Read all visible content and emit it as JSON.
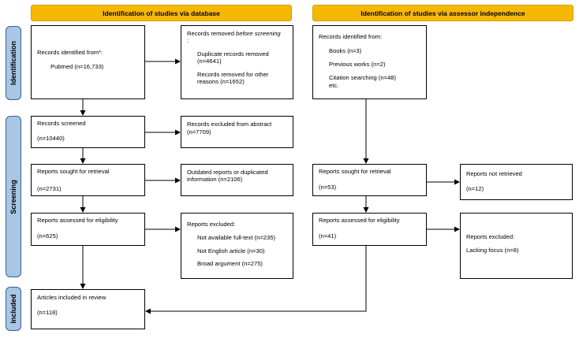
{
  "headers": {
    "database": "Identification of studies via database",
    "assessor": "Identification of studies via assessor independence"
  },
  "phases": {
    "identification": "Identification",
    "screening": "Screening",
    "included": "Included"
  },
  "database": {
    "identified": {
      "title": "Records identified from*:",
      "source": "Pubmed (n=16,733)"
    },
    "removed": {
      "title_plain": "Records removed ",
      "title_italic": "before screening",
      "title_end": ":",
      "line1": "Duplicate records removed (n=4641)",
      "line2": "Records removed for other reasons (n=1652)"
    },
    "screened": {
      "title": "Records screened",
      "count": "(n=10440)"
    },
    "excluded_abstract": {
      "title": "Records excluded from abstract",
      "count": "(n=7709)"
    },
    "sought": {
      "title": "Reports sought for retrieval",
      "count": "(n=2731)"
    },
    "outdated": {
      "title": "Outdated reports or duplicated information (n=2106)"
    },
    "assessed": {
      "title": "Reports assessed for eligibility",
      "count": "(n=625)"
    },
    "excluded": {
      "title": "Reports excluded:",
      "line1": "Not available full-text (n=235)",
      "line2": "Not English article (n=30)",
      "line3": "Broad argument (n=275)"
    },
    "included": {
      "title": "Articles included in review",
      "count": "(n=118)"
    }
  },
  "assessor": {
    "identified": {
      "title": "Records identified from:",
      "line1": "Books (n=3)",
      "line2": "Previous works (n=2)",
      "line3": "Citation searching (n=48)",
      "line4": "etc."
    },
    "sought": {
      "title": "Reports sought for retrieval",
      "count": "(n=53)"
    },
    "not_retrieved": {
      "title": "Reports not retrieved",
      "count": "(n=12)"
    },
    "assessed": {
      "title": "Reports assessed for eligibility",
      "count": "(n=41)"
    },
    "excluded": {
      "title": "Reports excluded:",
      "line1": "Lacking focus (n=8)"
    }
  },
  "colors": {
    "header_fill": "#f5b800",
    "phase_fill": "#a9c6e4",
    "phase_border": "#37618f"
  }
}
